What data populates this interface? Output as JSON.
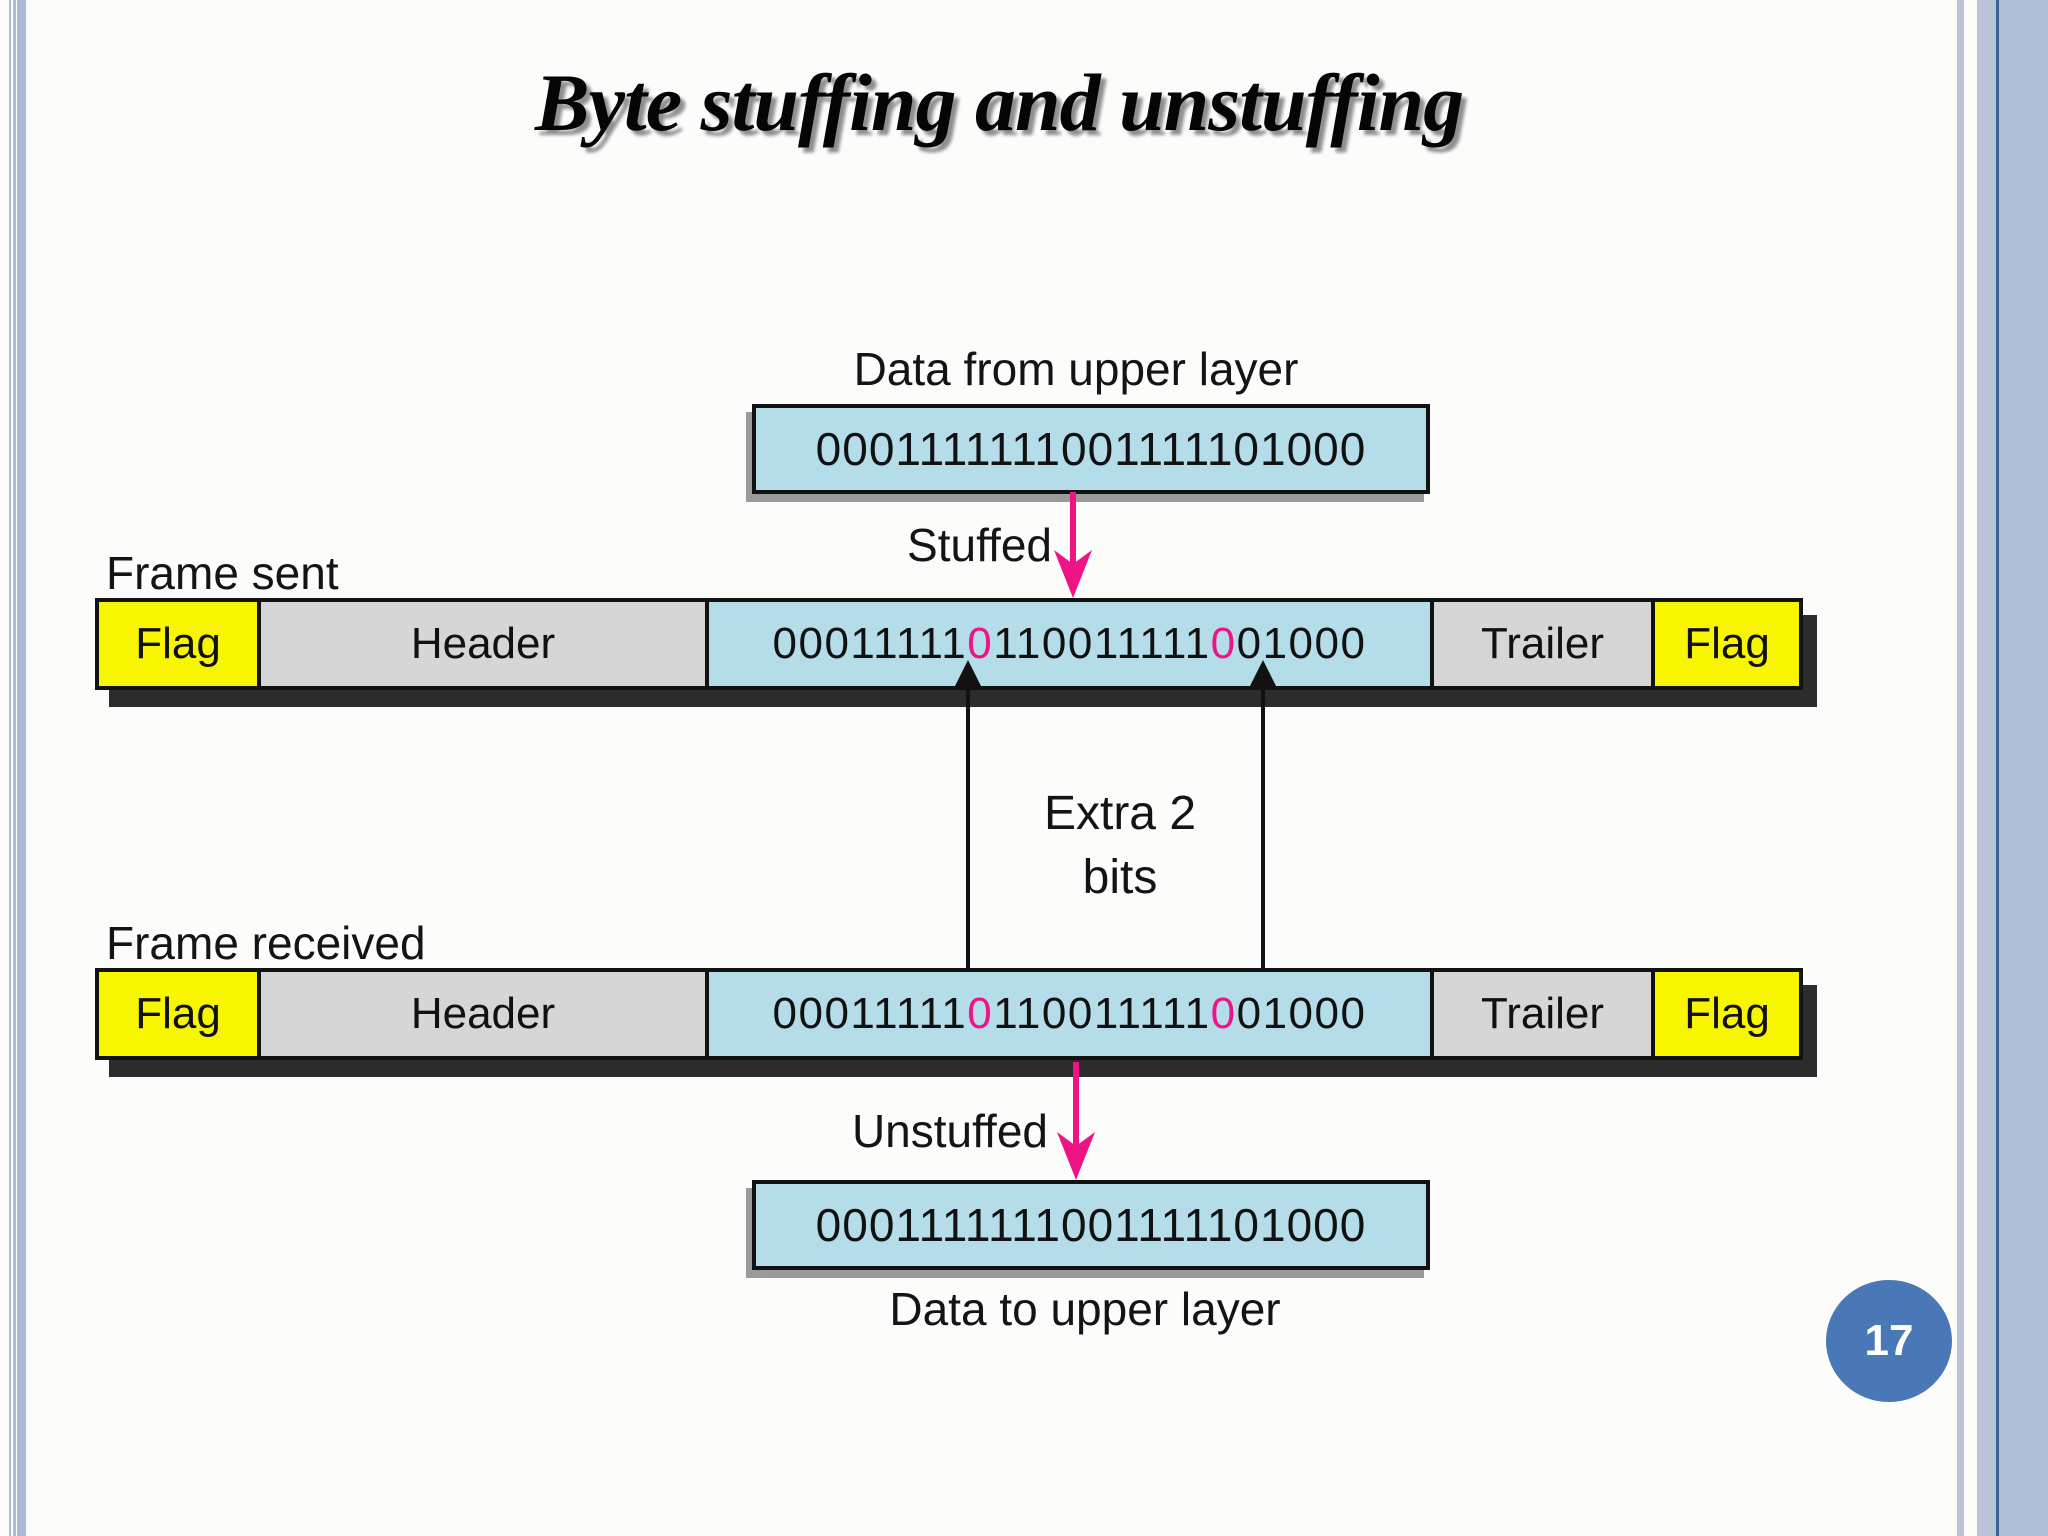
{
  "slide": {
    "title": "Byte stuffing and unstuffing",
    "page_number": "17"
  },
  "labels": {
    "data_from_upper": "Data from upper layer",
    "stuffed": "Stuffed",
    "frame_sent": "Frame sent",
    "frame_received": "Frame received",
    "extra_line1": "Extra 2",
    "extra_line2": "bits",
    "unstuffed": "Unstuffed",
    "data_to_upper": "Data to upper layer"
  },
  "data_bits": {
    "upper": "0001111111001111101000",
    "lower": "0001111111001111101000"
  },
  "frame": {
    "flag": "Flag",
    "header": "Header",
    "trailer": "Trailer",
    "bit_segments": [
      {
        "text": "00011111",
        "stuffed": false
      },
      {
        "text": "0",
        "stuffed": true
      },
      {
        "text": "110011111",
        "stuffed": false
      },
      {
        "text": "0",
        "stuffed": true
      },
      {
        "text": "01000",
        "stuffed": false
      }
    ]
  },
  "colors": {
    "data_box_fill": "#b4dce9",
    "flag_fill": "#f8f500",
    "header_fill": "#d6d6d6",
    "stuffed_bit": "#ee1486",
    "arrow_pink": "#ee1486",
    "page_circle": "#4a77b5",
    "border_stripe": "#aabbd8",
    "border_dark_line": "#3c6295",
    "row_shadow": "#2c2c2c"
  }
}
